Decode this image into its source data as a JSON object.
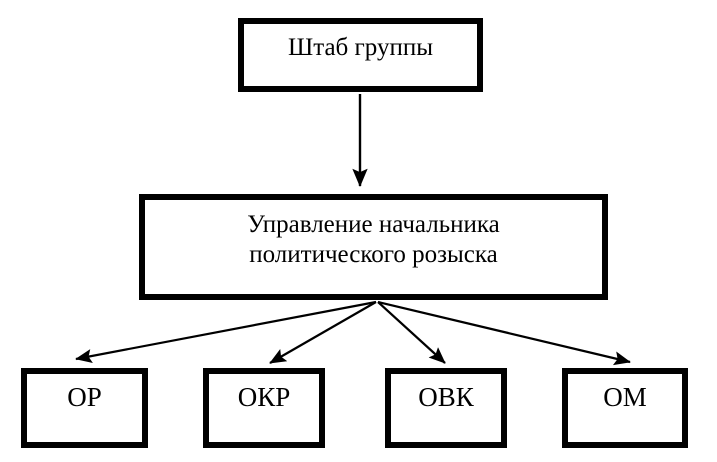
{
  "diagram": {
    "type": "org-chart",
    "title": "",
    "background_color": "#ffffff",
    "line_color": "#000000",
    "text_color": "#000000",
    "nodes": [
      {
        "id": "top",
        "label": "Штаб группы",
        "level": 0
      },
      {
        "id": "mid",
        "label": "Управление начальника\nполитического розыска",
        "level": 1
      },
      {
        "id": "or",
        "label": "ОР",
        "level": 2
      },
      {
        "id": "okr",
        "label": "ОКР",
        "level": 2
      },
      {
        "id": "ovk",
        "label": "ОВК",
        "level": 2
      },
      {
        "id": "om",
        "label": "ОМ",
        "level": 2
      }
    ],
    "edges": [
      {
        "from": "top",
        "to": "mid",
        "arrow": true
      },
      {
        "from": "mid",
        "to": "or",
        "arrow": true
      },
      {
        "from": "mid",
        "to": "okr",
        "arrow": true
      },
      {
        "from": "mid",
        "to": "ovk",
        "arrow": true
      },
      {
        "from": "mid",
        "to": "om",
        "arrow": true
      }
    ]
  }
}
